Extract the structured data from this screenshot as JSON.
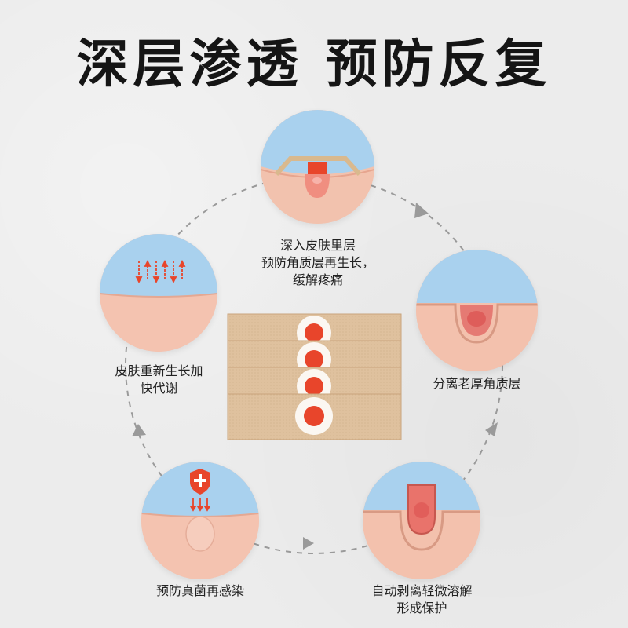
{
  "headline": "深层渗透 预防反复",
  "steps": [
    {
      "id": "top",
      "caption_lines": [
        "深入皮肤里层",
        "预防角质层再生长，",
        "缓解疼痛"
      ]
    },
    {
      "id": "right",
      "caption_lines": [
        "分离老厚角质层"
      ]
    },
    {
      "id": "bottom-right",
      "caption_lines": [
        "自动剥离轻微溶解",
        "形成保护"
      ]
    },
    {
      "id": "bottom-left",
      "caption_lines": [
        "预防真菌再感染"
      ]
    },
    {
      "id": "left",
      "caption_lines": [
        "皮肤重新生长加",
        "快代谢"
      ]
    }
  ],
  "colors": {
    "sky": "#a9d1ee",
    "skin": "#f4c3b0",
    "accent_red": "#e8452b",
    "patch_tan": "#dfc19e",
    "ring": "#9a9a9a"
  },
  "icons": [
    "down-up-arrows-icon",
    "shield-plus-icon",
    "down-arrows-icon"
  ]
}
